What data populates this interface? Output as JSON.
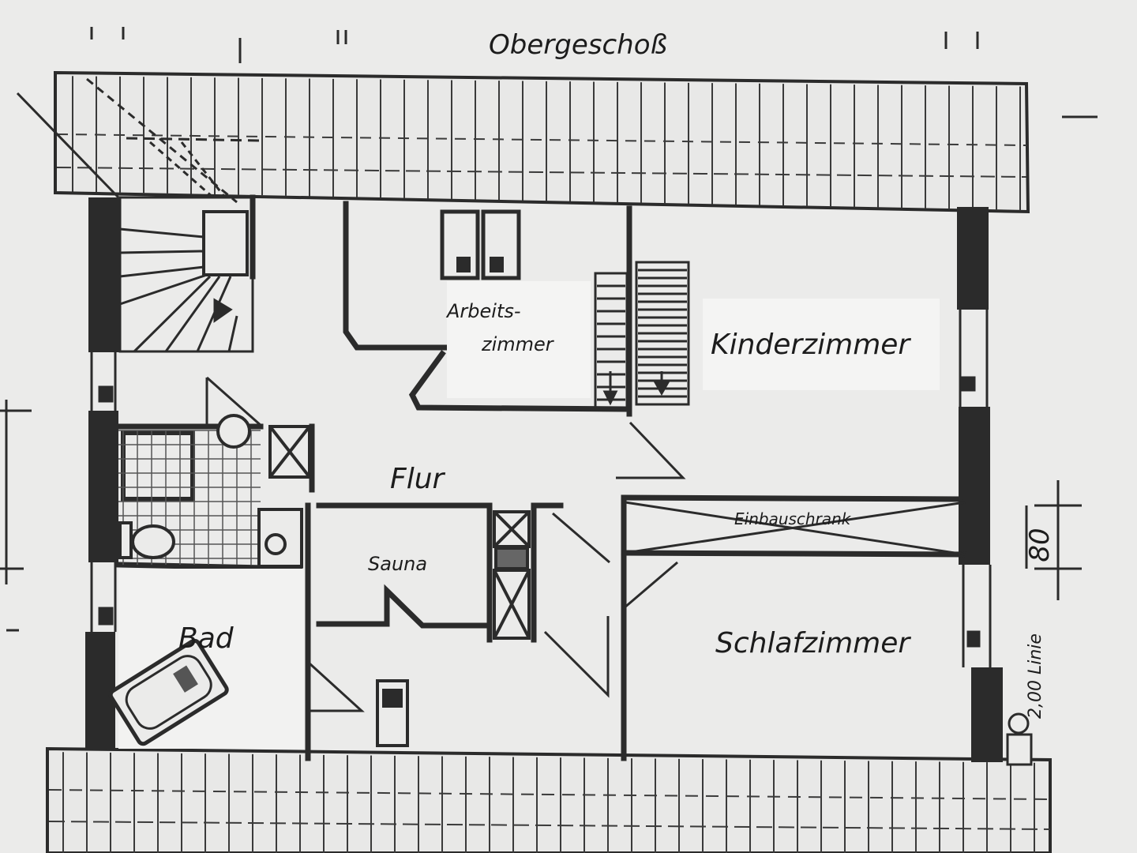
{
  "title": "Obergeschoß",
  "colors": {
    "paper": "#ebebea",
    "background": "#d9dad9",
    "ink": "#1c1c1c",
    "wall": "#2b2b2b",
    "label_patch": "#f4f4f3"
  },
  "rooms": {
    "arbeitszimmer_line1": "Arbeits-",
    "arbeitszimmer_line2": "zimmer",
    "kinderzimmer": "Kinderzimmer",
    "flur": "Flur",
    "einbauschrank": "Einbauschrank",
    "sauna": "Sauna",
    "bad": "Bad",
    "schlafzimmer": "Schlafzimmer"
  },
  "annotations": {
    "dimension": "80",
    "linie": "2,00 Linie"
  }
}
